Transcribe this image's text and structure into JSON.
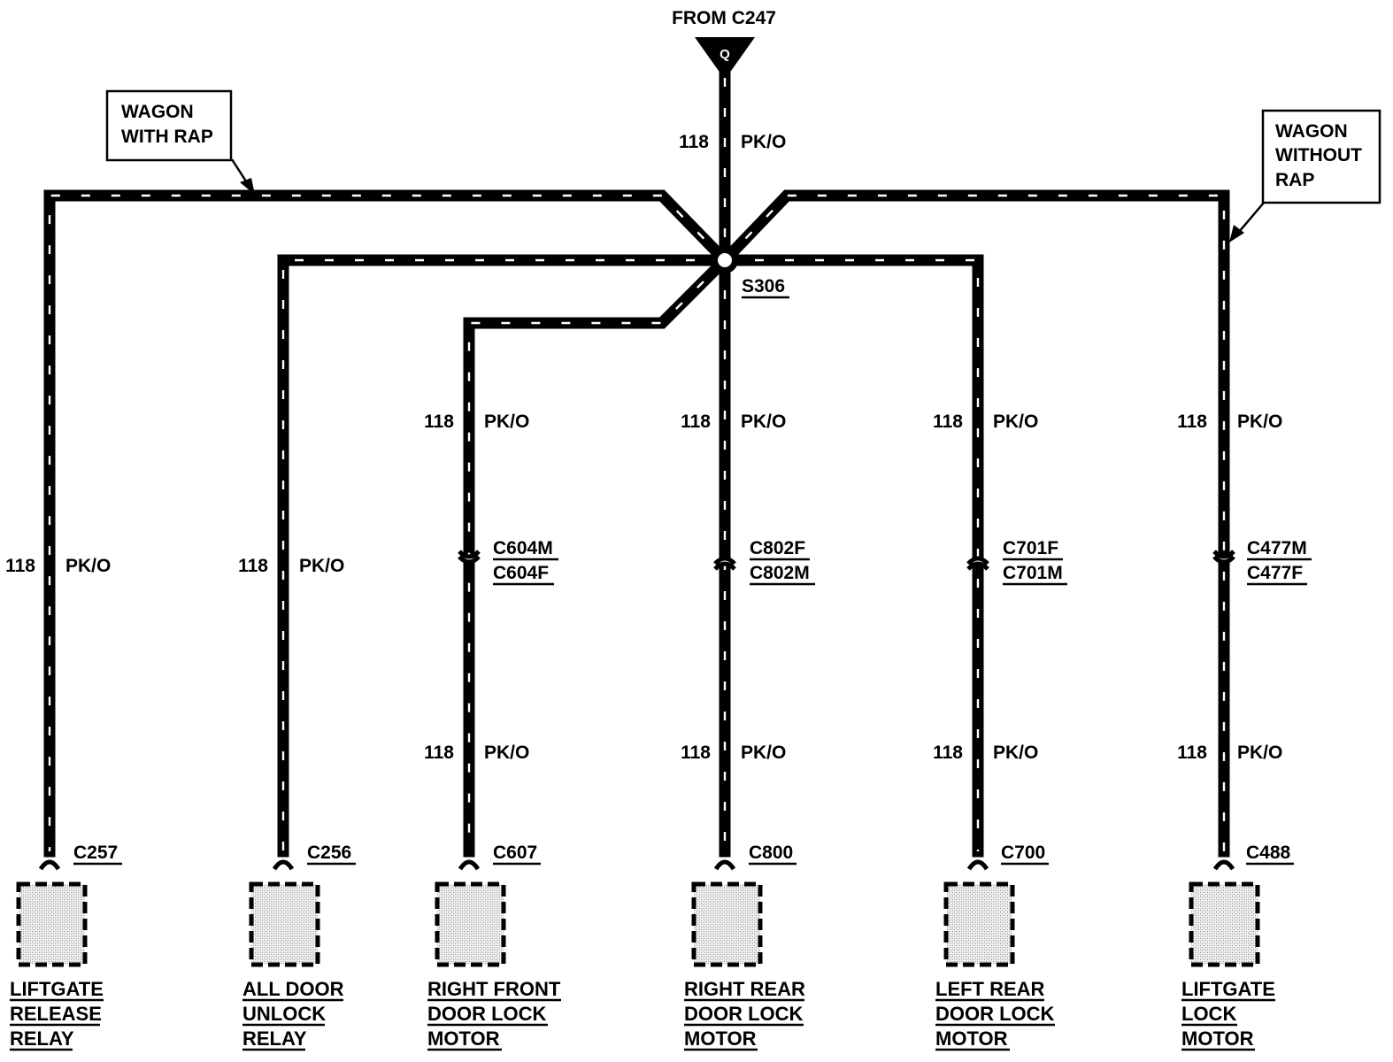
{
  "source": {
    "label": "FROM C247",
    "connector_letter": "Q"
  },
  "splice": {
    "label": "S306"
  },
  "feed": {
    "circuit": "118",
    "color": "PK/O"
  },
  "variant_notes": [
    {
      "id": "with-rap",
      "lines": [
        "WAGON",
        "WITH RAP"
      ]
    },
    {
      "id": "without-rap",
      "lines": [
        "WAGON",
        "WITHOUT",
        "RAP"
      ]
    }
  ],
  "branches": [
    {
      "id": "liftgate-release-relay",
      "wire_labels": [
        {
          "circuit": "118",
          "color": "PK/O"
        }
      ],
      "inline_connector": null,
      "component_connector": "C257",
      "component_name": [
        "LIFTGATE",
        "RELEASE",
        "RELAY"
      ]
    },
    {
      "id": "all-door-unlock-relay",
      "wire_labels": [
        {
          "circuit": "118",
          "color": "PK/O"
        }
      ],
      "inline_connector": null,
      "component_connector": "C256",
      "component_name": [
        "ALL DOOR",
        "UNLOCK",
        "RELAY"
      ]
    },
    {
      "id": "right-front-door-lock-motor",
      "wire_labels": [
        {
          "circuit": "118",
          "color": "PK/O"
        },
        {
          "circuit": "118",
          "color": "PK/O"
        }
      ],
      "inline_connector": {
        "top": "C604M",
        "bottom": "C604F"
      },
      "component_connector": "C607",
      "component_name": [
        "RIGHT FRONT",
        "DOOR LOCK",
        "MOTOR"
      ]
    },
    {
      "id": "right-rear-door-lock-motor",
      "wire_labels": [
        {
          "circuit": "118",
          "color": "PK/O"
        },
        {
          "circuit": "118",
          "color": "PK/O"
        }
      ],
      "inline_connector": {
        "top": "C802F",
        "bottom": "C802M"
      },
      "component_connector": "C800",
      "component_name": [
        "RIGHT REAR",
        "DOOR LOCK",
        "MOTOR"
      ]
    },
    {
      "id": "left-rear-door-lock-motor",
      "wire_labels": [
        {
          "circuit": "118",
          "color": "PK/O"
        },
        {
          "circuit": "118",
          "color": "PK/O"
        }
      ],
      "inline_connector": {
        "top": "C701F",
        "bottom": "C701M"
      },
      "component_connector": "C700",
      "component_name": [
        "LEFT REAR",
        "DOOR LOCK",
        "MOTOR"
      ]
    },
    {
      "id": "liftgate-lock-motor",
      "wire_labels": [
        {
          "circuit": "118",
          "color": "PK/O"
        },
        {
          "circuit": "118",
          "color": "PK/O"
        }
      ],
      "inline_connector": {
        "top": "C477M",
        "bottom": "C477F"
      },
      "component_connector": "C488",
      "component_name": [
        "LIFTGATE",
        "LOCK",
        "MOTOR"
      ]
    }
  ]
}
